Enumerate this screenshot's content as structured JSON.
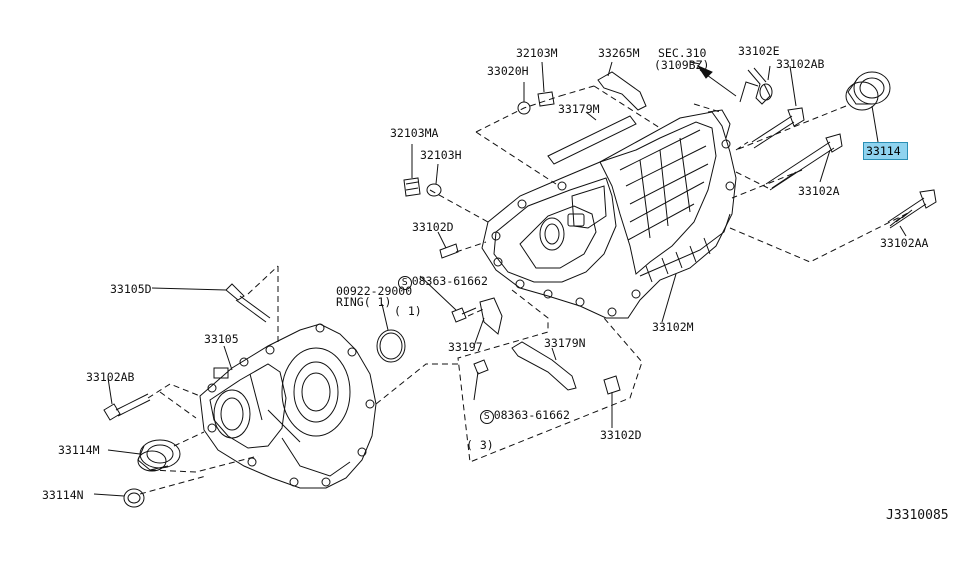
{
  "diagram_code": "J3310085",
  "highlight_color": "#8fd3ef",
  "parts": {
    "p33102M": "33102M",
    "p33102A": "33102A",
    "p33102AA": "33102AA",
    "p33102AB_top": "33102AB",
    "p33102AB_left": "33102AB",
    "p33102E": "33102E",
    "p33114": "33114",
    "p33114M": "33114M",
    "p33114N": "33114N",
    "p33105": "33105",
    "p33105D": "33105D",
    "p33102D_top": "33102D",
    "p33102D_bot": "33102D",
    "p33197": "33197",
    "p33179N": "33179N",
    "p33179M": "33179M",
    "p33265M": "33265M",
    "p32103M": "32103M",
    "p33020H": "33020H",
    "p32103MA": "32103MA",
    "p32103H": "32103H",
    "sec310": "SEC.310",
    "sec310_sub": "(3109BZ)",
    "bolt_a": "08363-61662",
    "bolt_a_qty": "( 1)",
    "bolt_b": "08363-61662",
    "bolt_b_qty": "( 3)",
    "ring_code": "00922-29000",
    "ring_name": "RING( 1)"
  }
}
